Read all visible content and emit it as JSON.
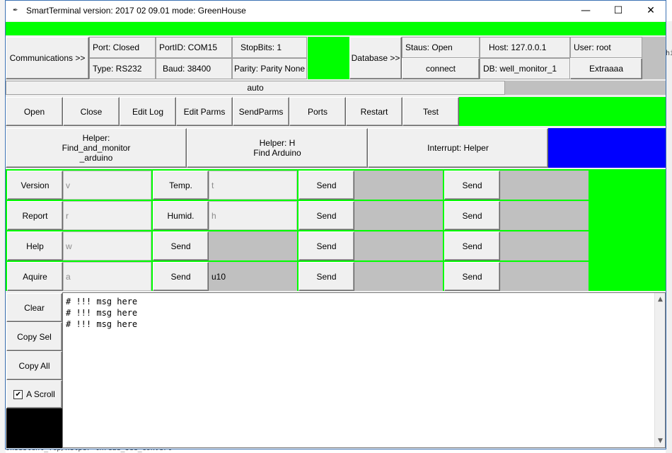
{
  "window": {
    "title": "SmartTerminal version: 2017 02 09.01  mode: GreenHouse",
    "app_icon": "tk-feather-icon",
    "minimize": "—",
    "maximize": "☐",
    "close": "✕"
  },
  "background_text": {
    "right_label": "hip",
    "bottom_line": "onsistent_Tcp/Helper thread_see_convert"
  },
  "comm": {
    "communications_button": "Communications >>",
    "port": "Port: Closed",
    "port_id": "PortID: COM15",
    "stop_bits": "StopBits: 1",
    "type": "Type: RS232",
    "baud": "Baud: 38400",
    "parity": "Parity: Parity None"
  },
  "db": {
    "database_button": "Database >>",
    "status": "Staus: Open",
    "host": "Host: 127.0.0.1",
    "user": "User: root",
    "connect": "connect",
    "db_name": "DB: well_monitor_1",
    "extra": "Extraaaa"
  },
  "auto_label": "auto",
  "toolbar": {
    "open": "Open",
    "close": "Close",
    "edit_log": "Edit Log",
    "edit_parms": "Edit Parms",
    "send_parms": "SendParms",
    "ports": "Ports",
    "restart": "Restart",
    "test": "Test"
  },
  "helpers": {
    "helper1": "Helper:\nFind_and_monitor\n_arduino",
    "helper2": "Helper: H\nFind Arduino",
    "interrupt": "Interrupt: Helper"
  },
  "send_grid": {
    "rows": [
      {
        "label": "Version",
        "cmd": "v",
        "label2": "Temp.",
        "cmd2": "t",
        "send1": "Send",
        "val1": "",
        "send2": "Send",
        "val2": ""
      },
      {
        "label": "Report",
        "cmd": "r",
        "label2": "Humid.",
        "cmd2": "h",
        "send1": "Send",
        "val1": "",
        "send2": "Send",
        "val2": ""
      },
      {
        "label": "Help",
        "cmd": "w",
        "label2": "Send",
        "cmd2": "",
        "send1": "Send",
        "val1": "",
        "send2": "Send",
        "val2": ""
      },
      {
        "label": "Aquire",
        "cmd": "a",
        "label2": "Send",
        "cmd2": "u10",
        "send1": "Send",
        "val1": "",
        "send2": "Send",
        "val2": ""
      }
    ]
  },
  "side": {
    "clear": "Clear",
    "copy_sel": "Copy Sel",
    "copy_all": "Copy All",
    "a_scroll": "A Scroll",
    "a_scroll_checked": true
  },
  "log": {
    "text": "# !!! msg here\n# !!! msg here\n# !!! msg here"
  },
  "colors": {
    "status_green": "#00ff00",
    "interrupt_blue": "#0000ff",
    "panel_gray": "#c0c0c0"
  }
}
